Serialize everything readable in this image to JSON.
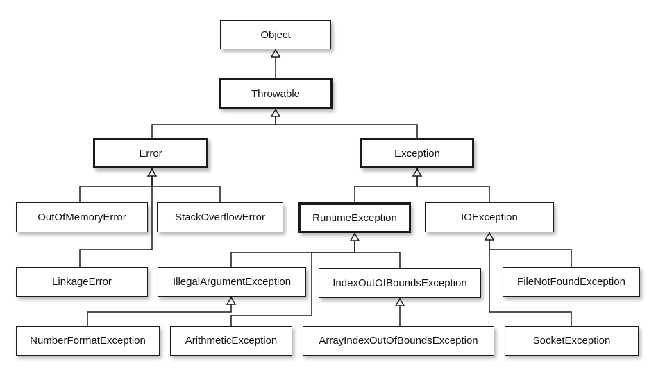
{
  "diagram": {
    "colors": {
      "line": "#1a1a1a",
      "box_fill": "#ffffff",
      "text": "#111111"
    },
    "nodes": {
      "object": {
        "label": "Object",
        "emphasis": false
      },
      "throwable": {
        "label": "Throwable",
        "emphasis": true
      },
      "error": {
        "label": "Error",
        "emphasis": true
      },
      "exception": {
        "label": "Exception",
        "emphasis": true
      },
      "out_of_memory_error": {
        "label": "OutOfMemoryError",
        "emphasis": false
      },
      "stack_overflow_error": {
        "label": "StackOverflowError",
        "emphasis": false
      },
      "runtime_exception": {
        "label": "RuntimeException",
        "emphasis": true
      },
      "io_exception": {
        "label": "IOException",
        "emphasis": false
      },
      "linkage_error": {
        "label": "LinkageError",
        "emphasis": false
      },
      "illegal_argument_exception": {
        "label": "IllegalArgumentException",
        "emphasis": false
      },
      "index_out_of_bounds_exception": {
        "label": "IndexOutOfBoundsException",
        "emphasis": false
      },
      "file_not_found_exception": {
        "label": "FileNotFoundException",
        "emphasis": false
      },
      "number_format_exception": {
        "label": "NumberFormatException",
        "emphasis": false
      },
      "arithmetic_exception": {
        "label": "ArithmeticException",
        "emphasis": false
      },
      "array_index_out_of_bounds_exception": {
        "label": "ArrayIndexOutOfBoundsException",
        "emphasis": false
      },
      "socket_exception": {
        "label": "SocketException",
        "emphasis": false
      }
    },
    "edges": [
      {
        "from": "throwable",
        "to": "object"
      },
      {
        "from": "error",
        "to": "throwable"
      },
      {
        "from": "exception",
        "to": "throwable"
      },
      {
        "from": "out_of_memory_error",
        "to": "error"
      },
      {
        "from": "stack_overflow_error",
        "to": "error"
      },
      {
        "from": "linkage_error",
        "to": "error"
      },
      {
        "from": "runtime_exception",
        "to": "exception"
      },
      {
        "from": "io_exception",
        "to": "exception"
      },
      {
        "from": "illegal_argument_exception",
        "to": "runtime_exception"
      },
      {
        "from": "index_out_of_bounds_exception",
        "to": "runtime_exception"
      },
      {
        "from": "arithmetic_exception",
        "to": "runtime_exception"
      },
      {
        "from": "number_format_exception",
        "to": "illegal_argument_exception"
      },
      {
        "from": "array_index_out_of_bounds_exception",
        "to": "index_out_of_bounds_exception"
      },
      {
        "from": "file_not_found_exception",
        "to": "io_exception"
      },
      {
        "from": "socket_exception",
        "to": "io_exception"
      }
    ]
  }
}
